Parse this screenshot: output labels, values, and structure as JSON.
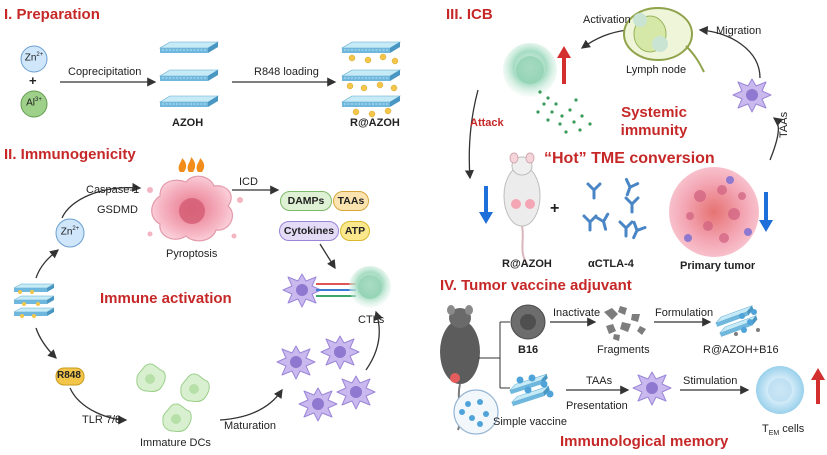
{
  "sections": {
    "prep": "I. Preparation",
    "immuno": "II. Immunogenicity",
    "icb": "III. ICB",
    "vaccine": "IV. Tumor vaccine adjuvant"
  },
  "prep": {
    "ion1": "Zn",
    "ion1_charge": "2+",
    "plus": "+",
    "ion2": "Al",
    "ion2_charge": "3+",
    "step1": "Coprecipitation",
    "product1": "AZOH",
    "step2": "R848 loading",
    "product2": "R@AZOH"
  },
  "immuno": {
    "zn": "Zn",
    "zn_charge": "2+",
    "caspase": "Caspase-1",
    "gsdmd": "GSDMD",
    "pyroptosis": "Pyroptosis",
    "icd": "ICD",
    "damps": "DAMPs",
    "taas": "TAAs",
    "cytokines": "Cytokines",
    "atp": "ATP",
    "activation": "Immune activation",
    "ctls": "CTLs",
    "r848": "R848",
    "tlr": "TLR 7/8",
    "immature": "Immature DCs",
    "maturation": "Maturation"
  },
  "icb": {
    "activation": "Activation",
    "migration": "Migration",
    "lymph": "Lymph node",
    "attack": "Attack",
    "systemic_line1": "Systemic",
    "systemic_line2": "immunity",
    "hot_tme": "“Hot” TME conversion",
    "taas": "TAAs",
    "plus": "+",
    "razoh": "R@AZOH",
    "actla4": "αCTLA-4",
    "primary": "Primary tumor"
  },
  "vaccine": {
    "b16": "B16",
    "inactivate": "Inactivate",
    "fragments": "Fragments",
    "formulation": "Formulation",
    "razoh_b16": "R@AZOH+B16",
    "simple": "Simple vaccine",
    "taas": "TAAs",
    "presentation": "Presentation",
    "stimulation": "Stimulation",
    "tem_main": "T",
    "tem_sub": "EM",
    "tem_suffix": " cells",
    "memory": "Immunological memory"
  },
  "colors": {
    "title_red": "#c62828",
    "arrow": "#333333",
    "up_arrow": "#d32f2f",
    "down_arrow": "#1e6fd9",
    "zn_fill": "#cfe6fb",
    "al_fill": "#9ed08a",
    "r848_fill": "#f3c64a",
    "dc_purple": "#b9a6e6",
    "tcell_green": "#a6dcc3"
  }
}
